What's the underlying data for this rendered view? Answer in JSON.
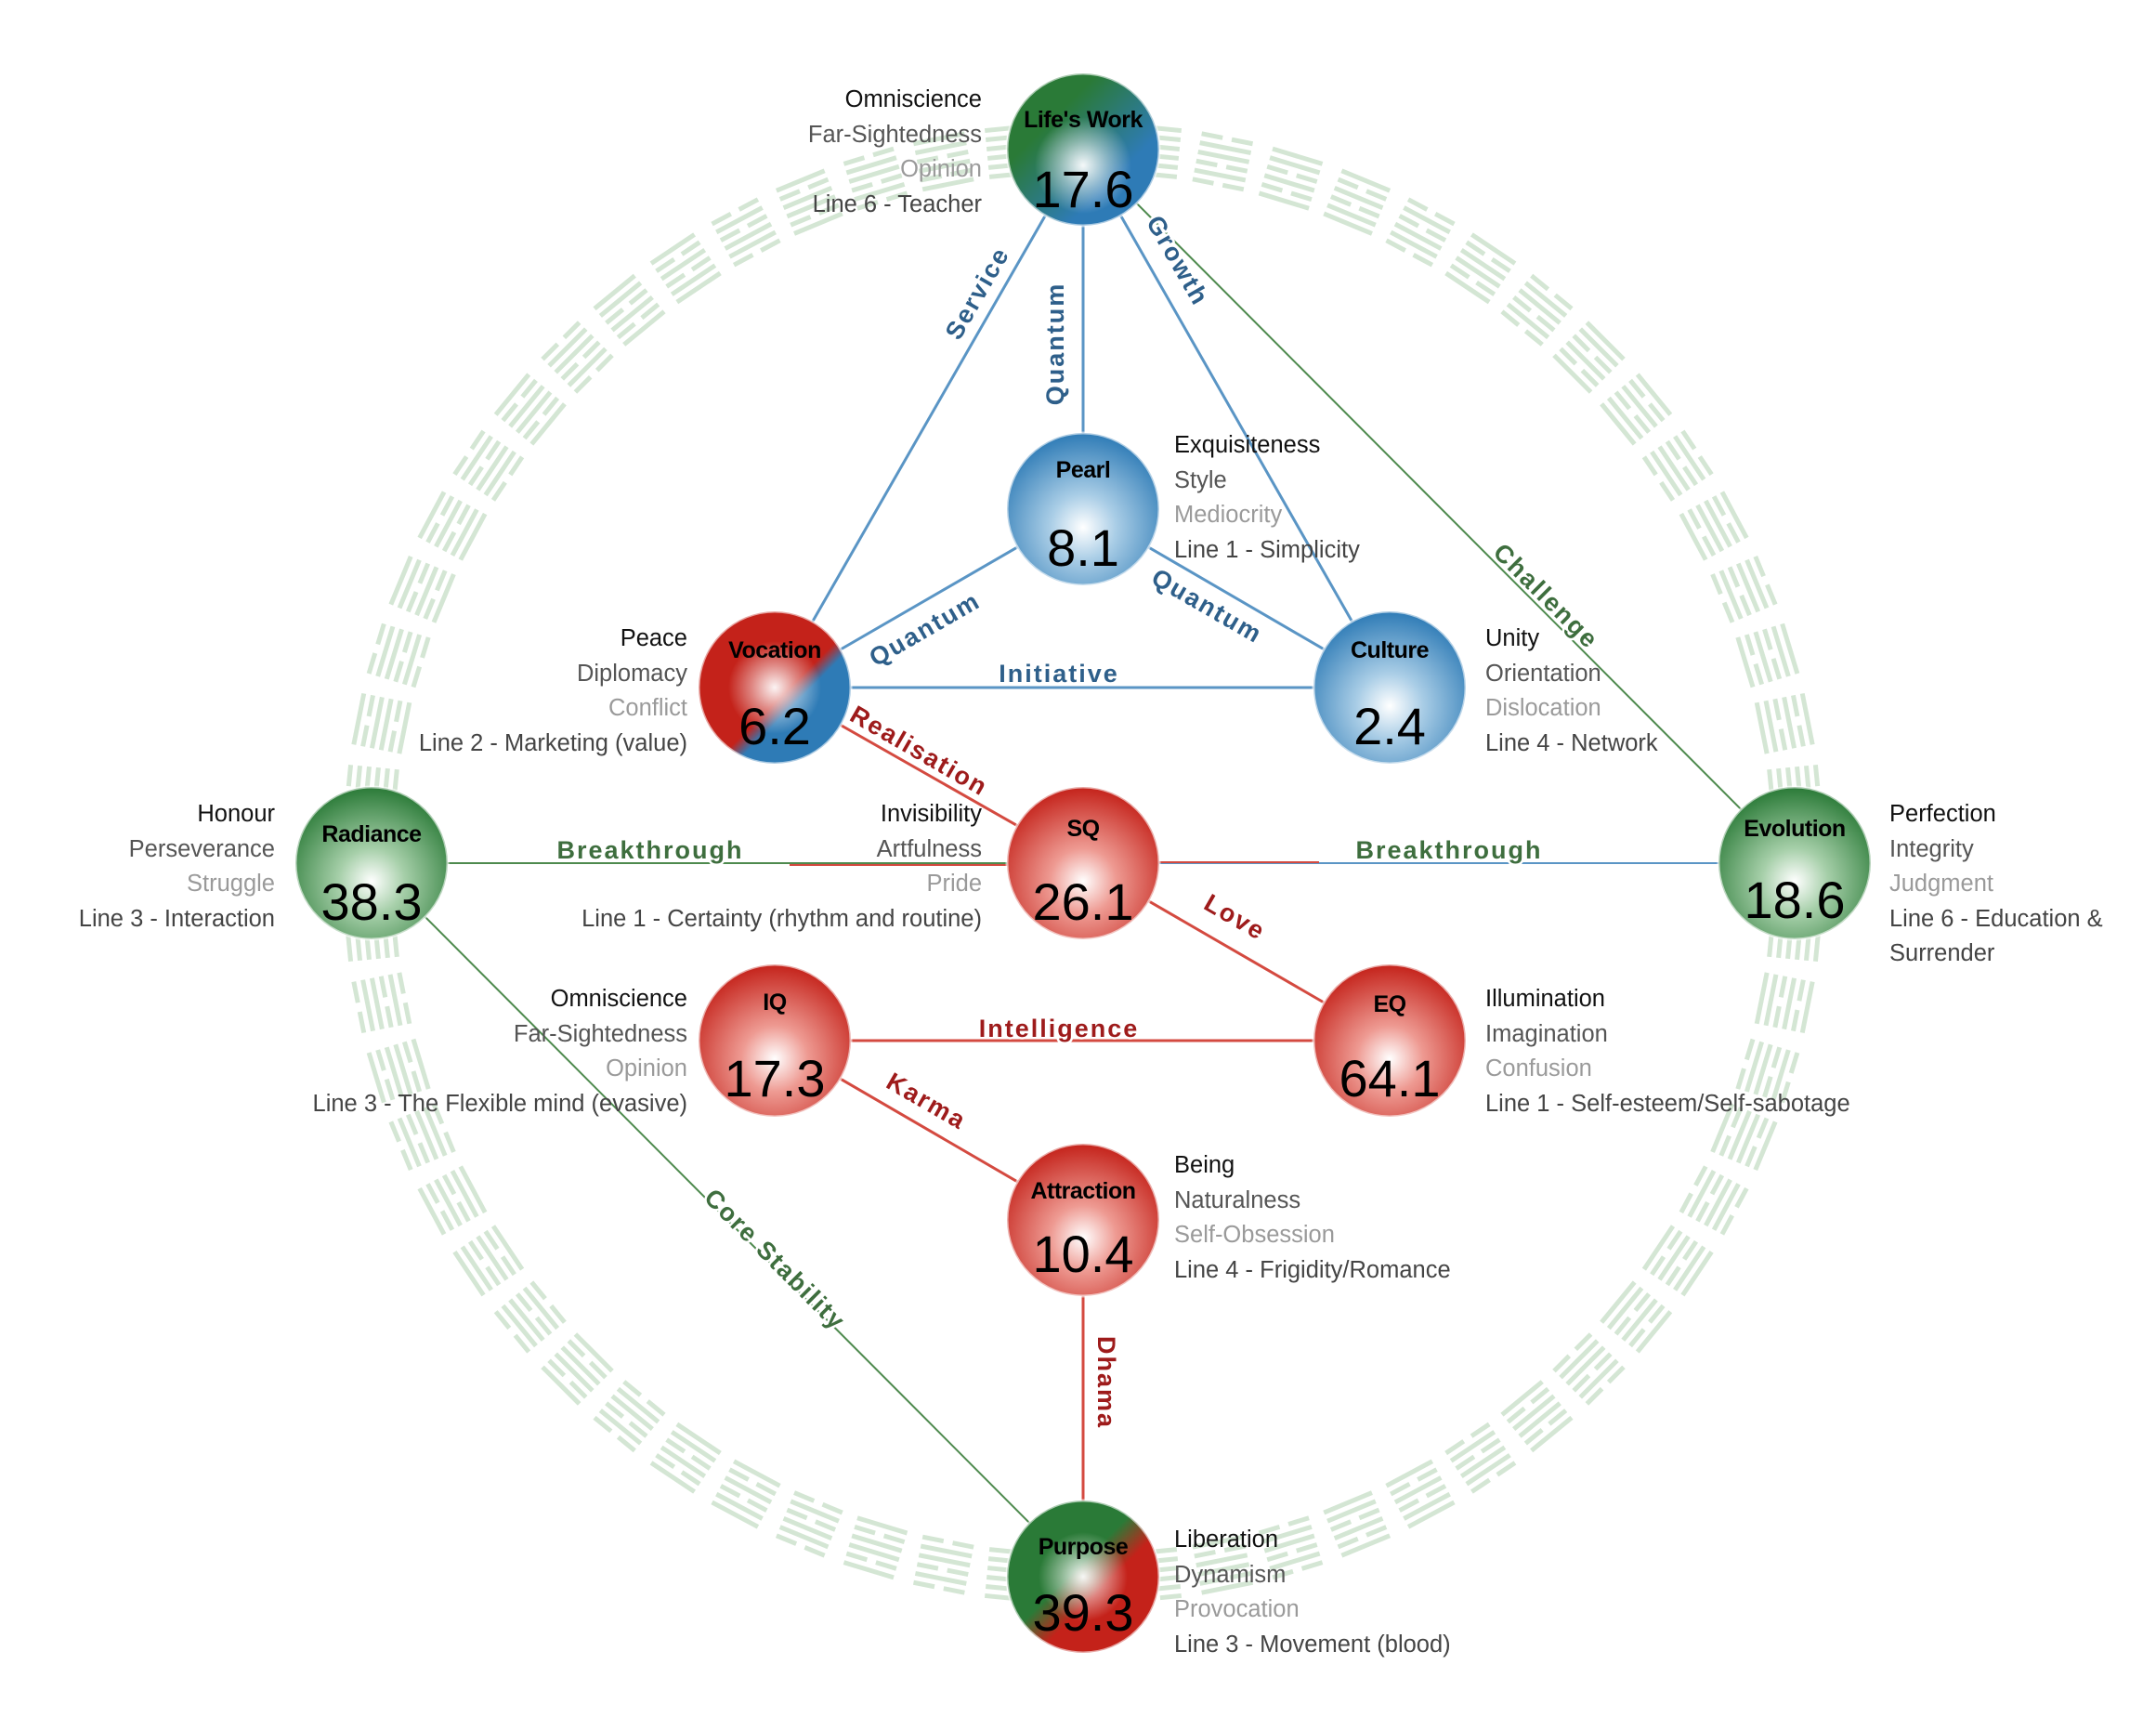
{
  "colors": {
    "blue": "#3b82b5",
    "red": "#c72a1c",
    "green": "#2f7d3a",
    "blue_line": "#5a95c5",
    "red_line": "#d44a40",
    "green_line": "#4e8a4e",
    "blue_label": "#2e5f8a",
    "red_label": "#9e1b1b",
    "green_label": "#3e6e3e",
    "ring": "#d4e6d4"
  },
  "nodes": {
    "lifes_work": {
      "title": "Life's Work",
      "value": "17.6",
      "color": "green",
      "lines": [
        "Omniscience",
        "Far-Sightedness",
        "Opinion",
        "Line 6 - Teacher"
      ]
    },
    "pearl": {
      "title": "Pearl",
      "value": "8.1",
      "color": "blue",
      "lines": [
        "Exquisiteness",
        "Style",
        "Mediocrity",
        "Line 1 - Simplicity"
      ]
    },
    "vocation": {
      "title": "Vocation",
      "value": "6.2",
      "color": "red-blue",
      "lines": [
        "Peace",
        "Diplomacy",
        "Conflict",
        "Line 2 - Marketing (value)"
      ]
    },
    "culture": {
      "title": "Culture",
      "value": "2.4",
      "color": "blue",
      "lines": [
        "Unity",
        "Orientation",
        "Dislocation",
        "Line 4 - Network"
      ]
    },
    "radiance": {
      "title": "Radiance",
      "value": "38.3",
      "color": "green",
      "lines": [
        "Honour",
        "Perseverance",
        "Struggle",
        "Line 3 - Interaction"
      ]
    },
    "sq": {
      "title": "SQ",
      "value": "26.1",
      "color": "red",
      "lines": [
        "Invisibility",
        "Artfulness",
        "Pride",
        "Line 1 - Certainty (rhythm and routine)"
      ]
    },
    "evolution": {
      "title": "Evolution",
      "value": "18.6",
      "color": "green",
      "lines": [
        "Perfection",
        "Integrity",
        "Judgment",
        "Line 6 - Education &",
        "Surrender"
      ]
    },
    "iq": {
      "title": "IQ",
      "value": "17.3",
      "color": "red",
      "lines": [
        "Omniscience",
        "Far-Sightedness",
        "Opinion",
        "Line 3 - The Flexible mind (evasive)"
      ]
    },
    "eq": {
      "title": "EQ",
      "value": "64.1",
      "color": "red",
      "lines": [
        "Illumination",
        "Imagination",
        "Confusion",
        "Line 1 - Self-esteem/Self-sabotage"
      ]
    },
    "attraction": {
      "title": "Attraction",
      "value": "10.4",
      "color": "red",
      "lines": [
        "Being",
        "Naturalness",
        "Self-Obsession",
        "Line 4 - Frigidity/Romance"
      ]
    },
    "purpose": {
      "title": "Purpose",
      "value": "39.3",
      "color": "green-red",
      "lines": [
        "Liberation",
        "Dynamism",
        "Provocation",
        "Line 3 - Movement (blood)"
      ]
    }
  },
  "edges": {
    "service": "Service",
    "quantum_top": "Quantum",
    "growth": "Growth",
    "quantum_left": "Quantum",
    "quantum_right": "Quantum",
    "initiative": "Initiative",
    "challenge": "Challenge",
    "realisation": "Realisation",
    "breakthrough_left": "Breakthrough",
    "breakthrough_right": "Breakthrough",
    "love": "Love",
    "intelligence": "Intelligence",
    "karma": "Karma",
    "core_stability": "Core Stability",
    "dhama": "Dhama"
  }
}
